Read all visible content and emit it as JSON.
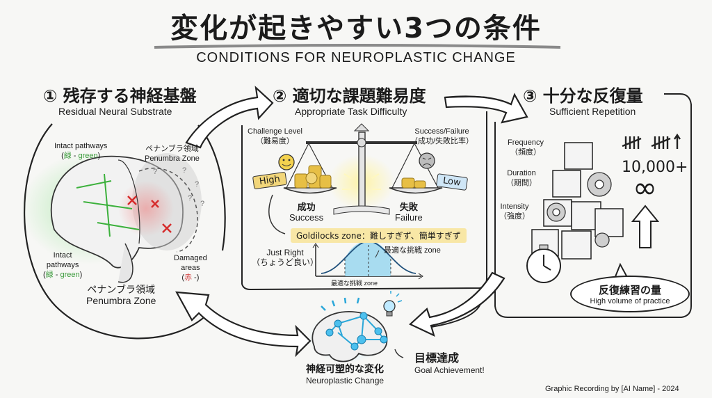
{
  "header": {
    "title_jp": "変化が起きやすい3つの条件",
    "title_en": "CONDITIONS FOR NEUROPLASTIC CHANGE"
  },
  "section1": {
    "title_jp": "① 残存する神経基盤",
    "title_en": "Residual Neural Substrate",
    "intact_top": {
      "line1": "Intact pathways",
      "paren_open": "(",
      "jp": "緑",
      "dash": " - ",
      "en": "green",
      "paren_close": ")"
    },
    "penumbra_top": {
      "jp": "ペナンブラ領域",
      "en": "Penumbra Zone"
    },
    "intact_bottom": {
      "line1": "Intact",
      "line2": "pathways",
      "paren_open": "(",
      "jp": "緑",
      "dash": " - ",
      "en": "green",
      "paren_close": ")"
    },
    "damaged": {
      "line1": "Damaged",
      "line2": "areas",
      "paren_open": "(",
      "jp": "赤",
      "dash": " -",
      "paren_close": ")"
    },
    "penumbra_bottom": {
      "jp": "ペナンブラ領域",
      "en": "Penumbra Zone"
    },
    "question_marks": [
      "?",
      "?",
      "?",
      "?",
      "?"
    ]
  },
  "section2": {
    "title_jp": "② 適切な課題難易度",
    "title_en": "Appropriate Task Difficulty",
    "challenge": {
      "en": "Challenge Level",
      "jp": "（難易度）"
    },
    "ratio": {
      "en": "Success/Failure",
      "jp": "（成功/失敗比率）"
    },
    "tag_high": "High",
    "tag_low": "Low",
    "success": {
      "jp": "成功",
      "en": "Success"
    },
    "failure": {
      "jp": "失敗",
      "en": "Failure"
    },
    "goldilocks": "Goldilocks zone：難しすぎず、簡単すぎず",
    "just_right": {
      "en": "Just Right",
      "jp": "（ちょうど良い）"
    },
    "curve_label": "最適な挑戦 zone",
    "axis_label": "最適な挑戦 zone"
  },
  "section3": {
    "title_jp": "③ 十分な反復量",
    "title_en": "Sufficient Repetition",
    "frequency": {
      "en": "Frequency",
      "jp": "（頻度）"
    },
    "duration": {
      "en": "Duration",
      "jp": "（期間）"
    },
    "intensity": {
      "en": "Intensity",
      "jp": "（強度）"
    },
    "count": "10,000+",
    "infinity": "∞",
    "bubble": {
      "jp": "反復練習の量",
      "en": "High volume of practice"
    }
  },
  "center": {
    "jp": "神経可塑的な変化",
    "en": "Neuroplastic Change",
    "goal_jp": "目標達成",
    "goal_en": "Goal Achievement!"
  },
  "footer": {
    "credit": "Graphic Recording by [AI Name] - 2024"
  },
  "colors": {
    "green": "#3a9a3a",
    "red": "#d23a3a",
    "gold": "#f2d67a",
    "blue": "#2aa7d9",
    "highlight": "#f8e7a6"
  }
}
